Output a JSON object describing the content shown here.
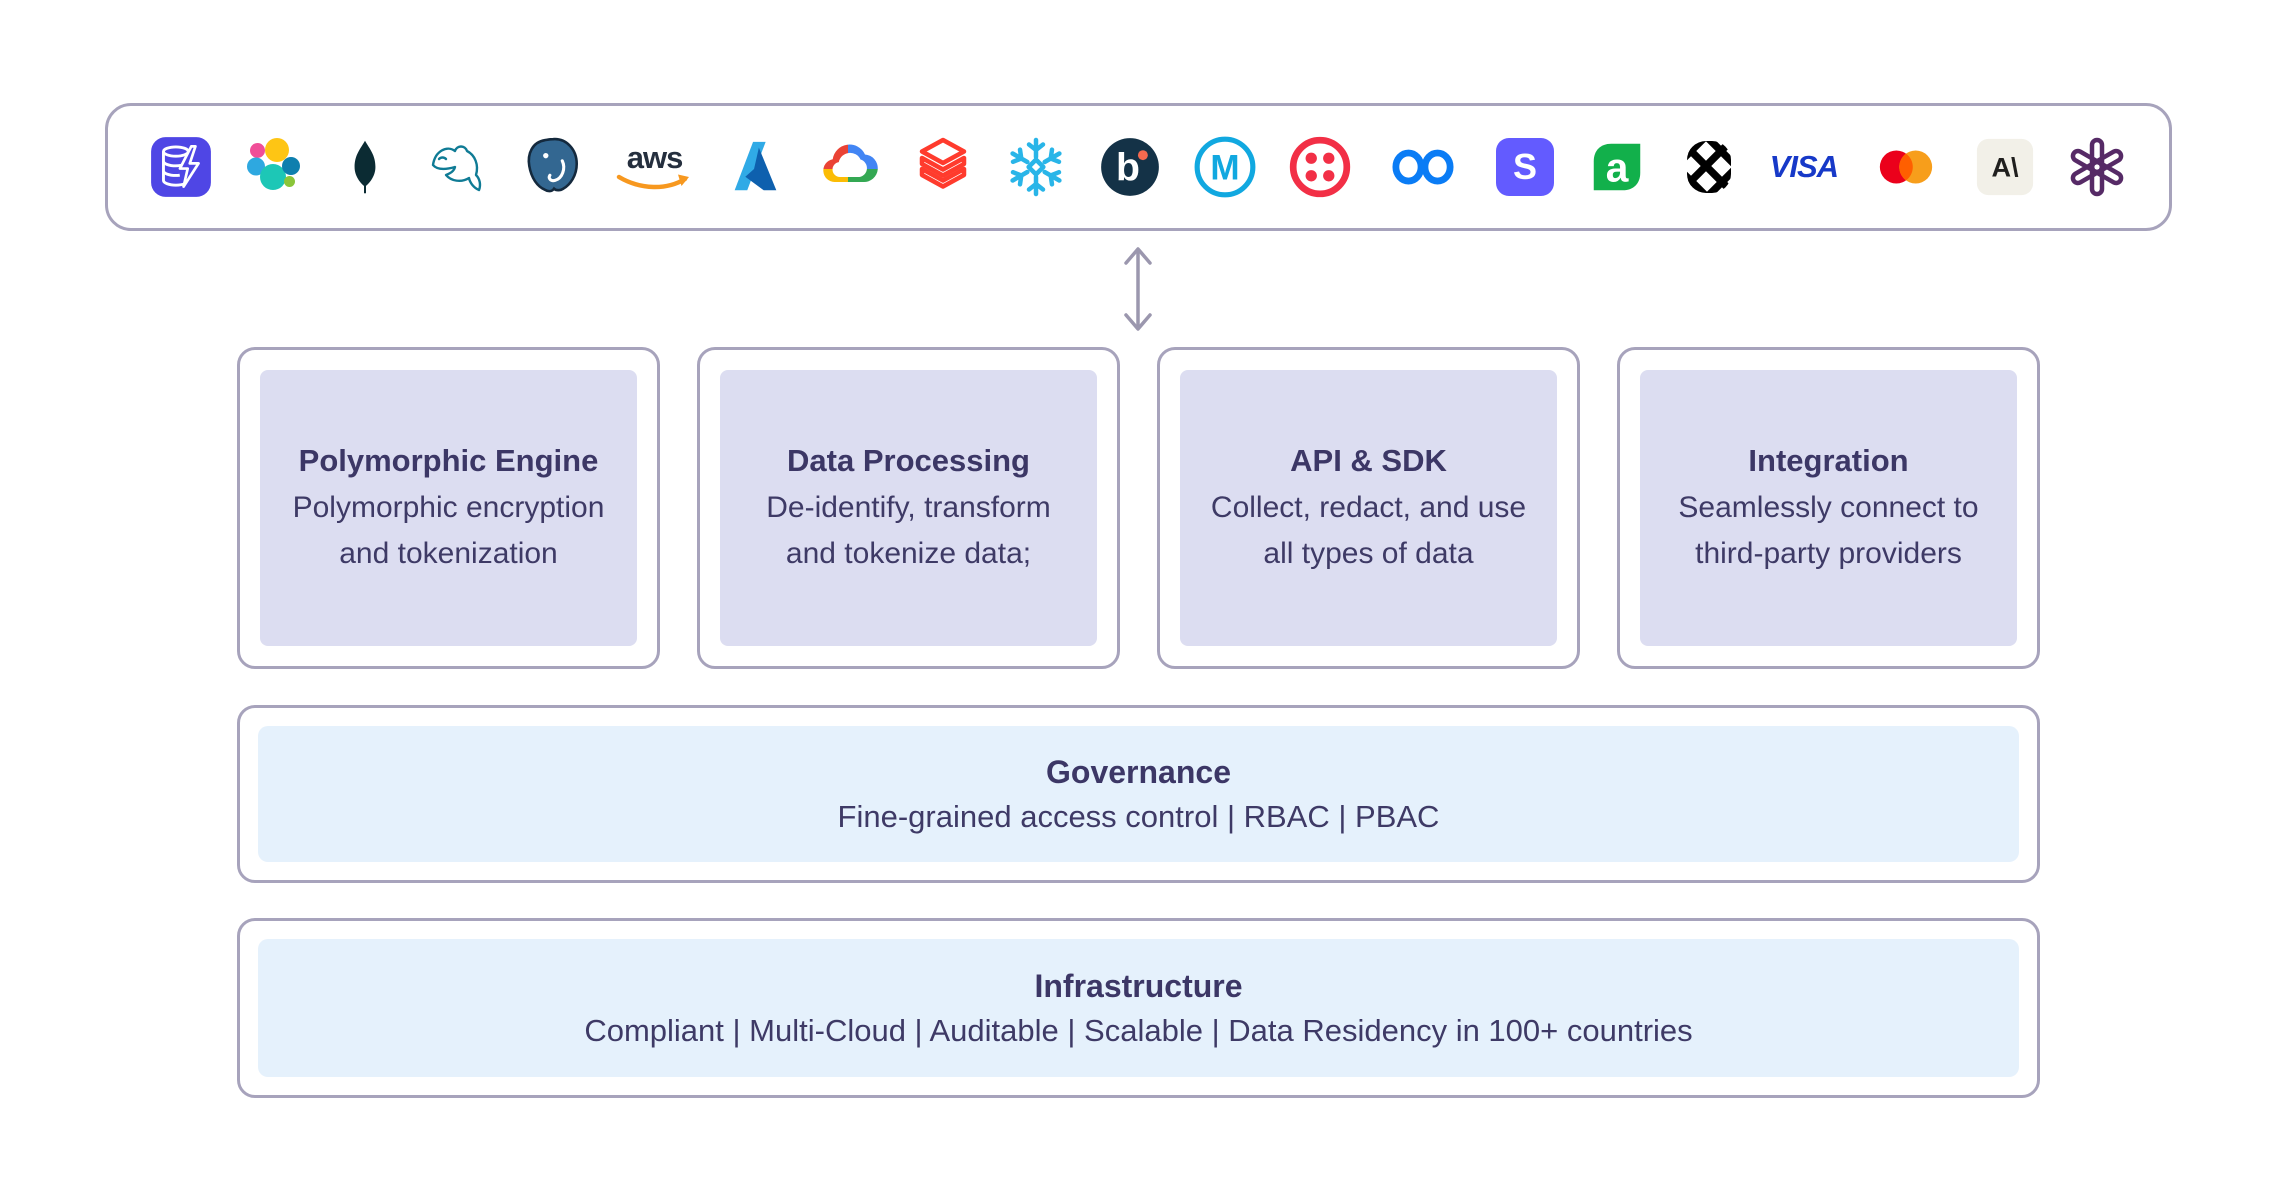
{
  "integration_bar": {
    "logos": [
      {
        "name": "database"
      },
      {
        "name": "elastic"
      },
      {
        "name": "mongodb"
      },
      {
        "name": "mysql"
      },
      {
        "name": "postgresql"
      },
      {
        "name": "aws",
        "text": "aws"
      },
      {
        "name": "azure"
      },
      {
        "name": "google-cloud"
      },
      {
        "name": "databricks"
      },
      {
        "name": "snowflake"
      },
      {
        "name": "braze",
        "text": "b"
      },
      {
        "name": "mulesoft",
        "text": "M"
      },
      {
        "name": "twilio"
      },
      {
        "name": "meta"
      },
      {
        "name": "stripe",
        "text": "S"
      },
      {
        "name": "green-a",
        "text": "a"
      },
      {
        "name": "plaid"
      },
      {
        "name": "visa",
        "text": "VISA"
      },
      {
        "name": "mastercard"
      },
      {
        "name": "anthropic",
        "text": "A\\"
      },
      {
        "name": "openai"
      }
    ]
  },
  "modules": [
    {
      "title": "Polymorphic Engine",
      "description": "Polymorphic encryption and tokenization"
    },
    {
      "title": "Data Processing",
      "description": "De-identify, transform and tokenize data;"
    },
    {
      "title": "API & SDK",
      "description": "Collect, redact, and use all types of data"
    },
    {
      "title": "Integration",
      "description": "Seamlessly connect to third-party providers"
    }
  ],
  "governance": {
    "title": "Governance",
    "description": "Fine-grained access control | RBAC | PBAC"
  },
  "infrastructure": {
    "title": "Infrastructure",
    "description": "Compliant | Multi-Cloud | Auditable | Scalable  | Data Residency in 100+ countries"
  },
  "colors": {
    "card_border": "#a7a3bc",
    "module_panel": "#dcddf1",
    "band_panel": "#e5f1fc",
    "title_text": "#3c3766",
    "body_text": "#3e3a66",
    "arrow": "#9b97ae"
  }
}
